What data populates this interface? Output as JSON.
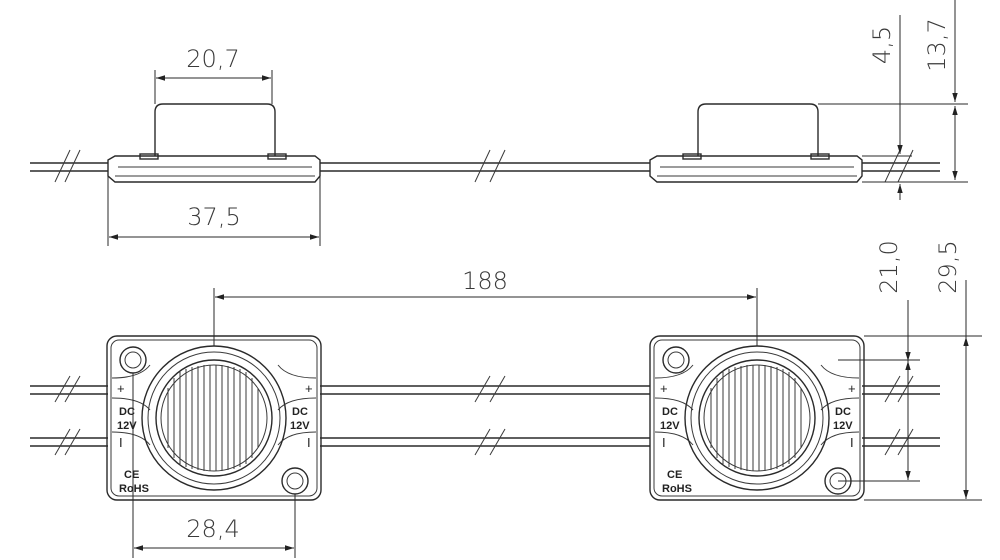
{
  "dimensions": {
    "top_lens_width": "20,7",
    "top_body_length": "37,5",
    "pitch": "188",
    "hole_spacing": "28,4",
    "lens_height": "4,5",
    "total_height": "13,7",
    "hole_offset": "21,0",
    "module_width": "29,5"
  },
  "module_marks": {
    "dc": "DC",
    "voltage": "12V",
    "plus": "+",
    "minus": "I",
    "ce": "CE",
    "rohs": "RoHS"
  }
}
